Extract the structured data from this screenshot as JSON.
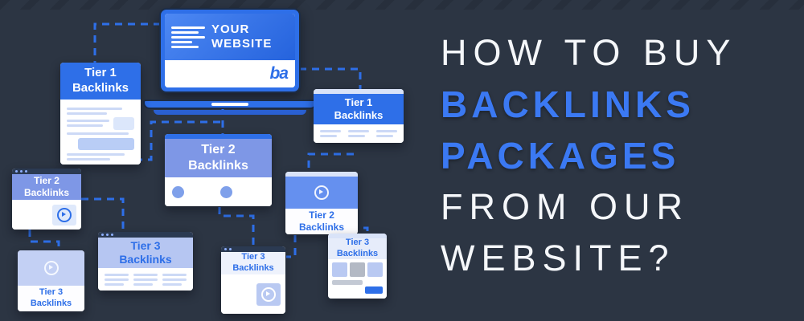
{
  "headline": {
    "line1": "HOW TO BUY",
    "line2": "BACKLINKS",
    "line3": "PACKAGES",
    "line4": "FROM OUR",
    "line5": "WEBSITE?"
  },
  "laptop": {
    "title_line1": "YOUR",
    "title_line2": "WEBSITE",
    "logo": "ba"
  },
  "cards": {
    "tier1_left": {
      "line1": "Tier 1",
      "line2": "Backlinks"
    },
    "tier1_right": {
      "line1": "Tier 1",
      "line2": "Backlinks"
    },
    "tier2_center": {
      "line1": "Tier 2",
      "line2": "Backlinks"
    },
    "tier2_left": {
      "line1": "Tier 2",
      "line2": "Backlinks"
    },
    "tier2_right": {
      "line1": "Tier 2",
      "line2": "Backlinks"
    },
    "tier3_center": {
      "line1": "Tier 3",
      "line2": "Backlinks"
    },
    "tier3_left": {
      "line1": "Tier 3",
      "line2": "Backlinks"
    },
    "tier3_bottom": {
      "line1": "Tier 3",
      "line2": "Backlinks"
    },
    "tier3_right": {
      "line1": "Tier 3",
      "line2": "Backlinks"
    }
  },
  "colors": {
    "background": "#2c3543",
    "primary_blue": "#2e6fe8",
    "headline_blue": "#3b79f3",
    "periwinkle": "#7e97e6",
    "light_periwinkle": "#b6c6f2",
    "headline_white": "#f5f7fa",
    "connector_dash": "#2e6fe8"
  }
}
